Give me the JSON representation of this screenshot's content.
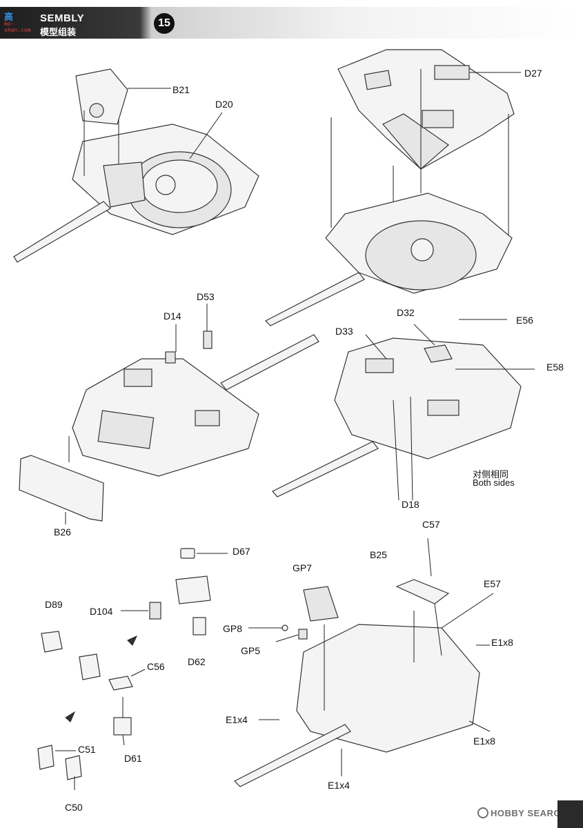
{
  "header": {
    "logo_text": "高",
    "logo_sub": "mo-shan.com",
    "title": "SEMBLY",
    "subtitle": "模型组装",
    "step": "15"
  },
  "labels": {
    "B21": "B21",
    "D20": "D20",
    "D27": "D27",
    "D53": "D53",
    "D14": "D14",
    "B26": "B26",
    "D32": "D32",
    "D33": "D33",
    "E56": "E56",
    "E58": "E58",
    "D18": "D18",
    "D67": "D67",
    "D104": "D104",
    "D62": "D62",
    "D89": "D89",
    "C56": "C56",
    "D61": "D61",
    "C51": "C51",
    "C50": "C50",
    "GP7": "GP7",
    "GP8": "GP8",
    "GP5": "GP5",
    "C57": "C57",
    "B25": "B25",
    "E57": "E57",
    "E1x8_top": "E1x8",
    "E1x4_left": "E1x4",
    "E1x8_bottom": "E1x8",
    "E1x4_bottom": "E1x4"
  },
  "notes": {
    "both_sides_cn": "对侧相同",
    "both_sides_en": "Both sides"
  },
  "watermark": {
    "text": "HOBBY SEARCH"
  }
}
